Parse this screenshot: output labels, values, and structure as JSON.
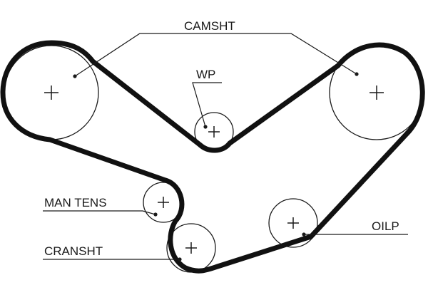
{
  "labels": {
    "camshaft": "CAMSHT",
    "water_pump": "WP",
    "manual_tensioner": "MAN TENS",
    "crankshaft": "CRANSHT",
    "oil_pump": "OILP"
  },
  "colors": {
    "belt": "#111111",
    "line": "#1a1a1a",
    "background": "#ffffff"
  }
}
